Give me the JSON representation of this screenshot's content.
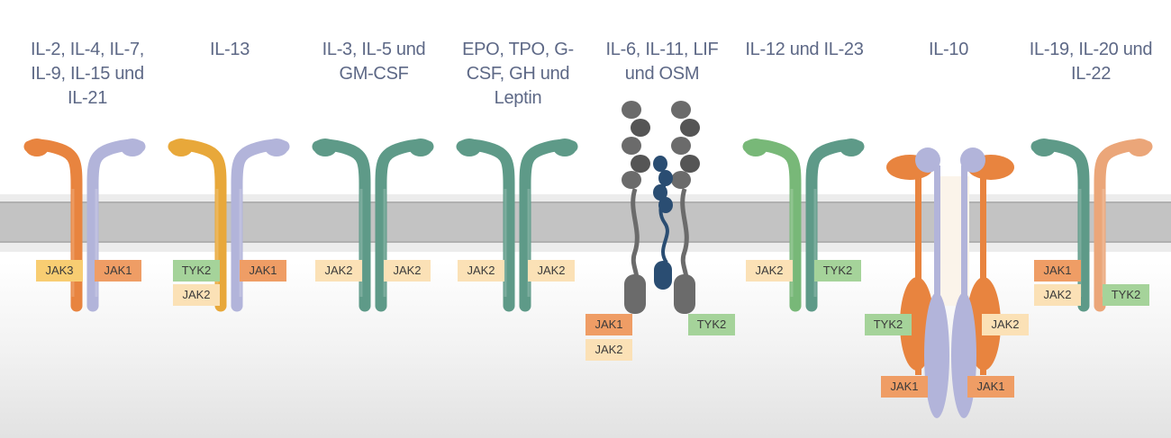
{
  "families": [
    {
      "title": "IL-2, IL-4, IL-7, IL-9, IL-15 und IL-21",
      "jaks": [
        {
          "label": "JAK3",
          "color": "#f8cd72"
        },
        {
          "label": "JAK1",
          "color": "#ef9d65"
        }
      ]
    },
    {
      "title": "IL-13",
      "jaks": [
        {
          "label": "TYK2",
          "color": "#a5d39a"
        },
        {
          "label": "JAK2",
          "color": "#fbe1b6"
        },
        {
          "label": "JAK1",
          "color": "#ef9d65"
        }
      ]
    },
    {
      "title": "IL-3, IL-5 und GM-CSF",
      "jaks": [
        {
          "label": "JAK2",
          "color": "#fbe1b6"
        },
        {
          "label": "JAK2",
          "color": "#fbe1b6"
        }
      ]
    },
    {
      "title": "EPO, TPO, G-CSF, GH und Leptin",
      "jaks": [
        {
          "label": "JAK2",
          "color": "#fbe1b6"
        },
        {
          "label": "JAK2",
          "color": "#fbe1b6"
        }
      ]
    },
    {
      "title": "IL-6, IL-11, LIF und OSM",
      "jaks": [
        {
          "label": "JAK1",
          "color": "#ef9d65"
        },
        {
          "label": "JAK2",
          "color": "#fbe1b6"
        },
        {
          "label": "TYK2",
          "color": "#a5d39a"
        }
      ]
    },
    {
      "title": "IL-12 und IL-23",
      "jaks": [
        {
          "label": "JAK2",
          "color": "#fbe1b6"
        },
        {
          "label": "TYK2",
          "color": "#a5d39a"
        }
      ]
    },
    {
      "title": "IL-10",
      "jaks": [
        {
          "label": "TYK2",
          "color": "#a5d39a"
        },
        {
          "label": "JAK1",
          "color": "#ef9d65"
        },
        {
          "label": "JAK2",
          "color": "#fbe1b6"
        },
        {
          "label": "JAK1",
          "color": "#ef9d65"
        }
      ]
    },
    {
      "title": "IL-19, IL-20 und IL-22",
      "jaks": [
        {
          "label": "JAK1",
          "color": "#ef9d65"
        },
        {
          "label": "JAK2",
          "color": "#fbe1b6"
        },
        {
          "label": "TYK2",
          "color": "#a5d39a"
        }
      ]
    }
  ],
  "colors": {
    "orange": "#e8843f",
    "lavender": "#b2b4da",
    "gold": "#e8a83a",
    "teal": "#5e9a88",
    "green": "#78b878",
    "peach": "#eba679",
    "grey": "#6b6b6b",
    "navy": "#2a4d72",
    "membrane": "#c6c6c6",
    "title": "#5d6886"
  }
}
